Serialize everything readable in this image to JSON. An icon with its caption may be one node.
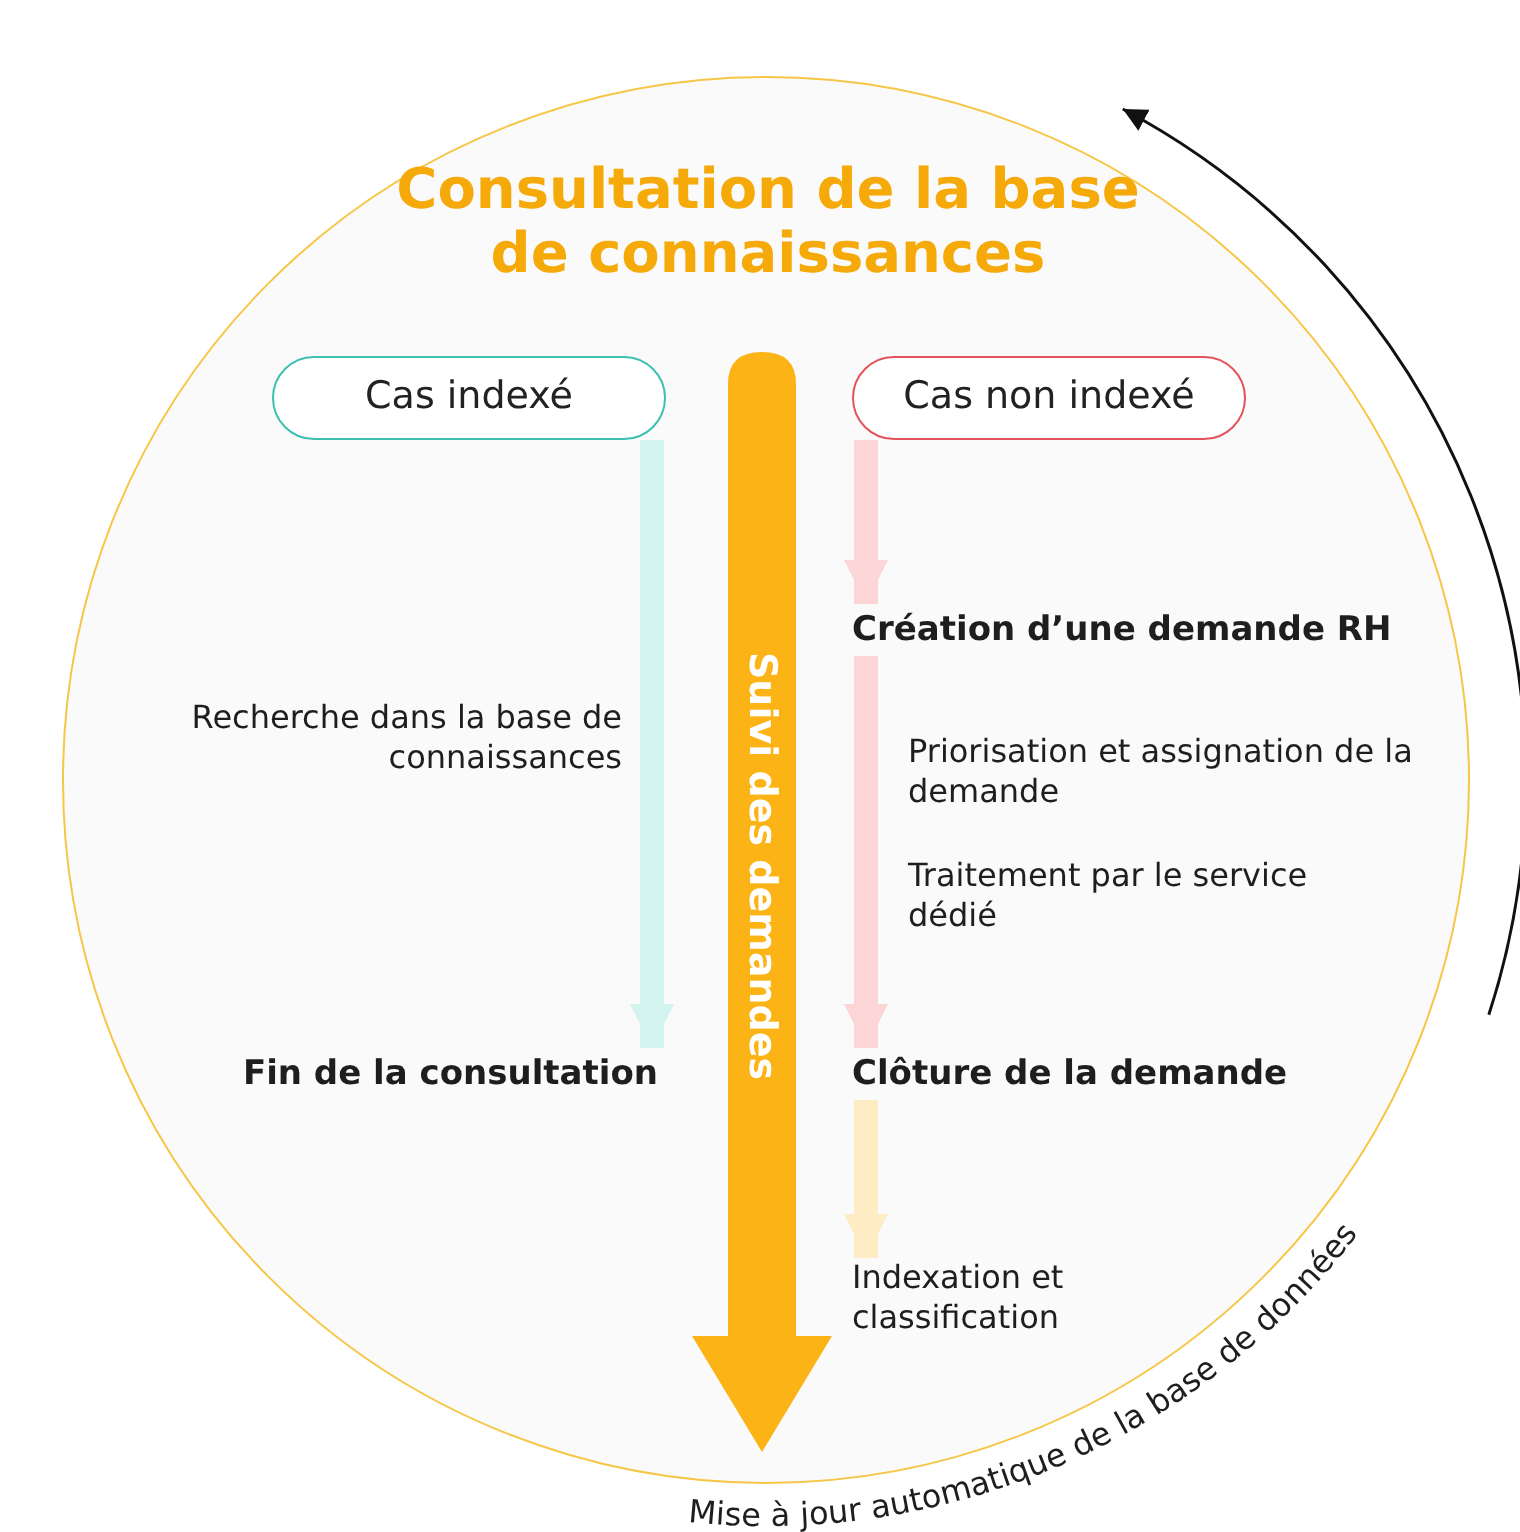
{
  "diagram": {
    "nodes": [
      {
        "text": [
          "Consultation de la base de connaissances"
        ]
      },
      {
        "text": [
          "Cas indexé"
        ],
        "in": 0
      },
      {
        "text": [
          "Cas non indexé"
        ],
        "in": 0
      },
      {
        "text": [
          "Suivi des demandes"
        ],
        "in": 0
      },
      {
        "text": [
          "Fin de la consultation"
        ],
        "in": 0
      },
      {
        "text": [
          "Création d’une demande RH"
        ],
        "in": 0
      },
      {
        "text": [
          "Clôture de la demande"
        ],
        "in": 0
      },
      {
        "text": [
          "Indexation et classification"
        ],
        "in": 0
      }
    ],
    "edges": [
      {
        "from": 1,
        "to": 4,
        "arrow": "to",
        "label": "Recherche dans la base de connaissances",
        "color": "#d3f3ee"
      },
      {
        "from": 2,
        "to": 5,
        "arrow": "to"
      },
      {
        "from": 5,
        "to": 6,
        "arrow": "to"
      },
      {
        "from": 6,
        "to": 7,
        "arrow": "to",
        "color": "#fdecc4"
      }
    ],
    "labels": [
      "Priorisation et assignation de la demande",
      "Traitement par le service dédié",
      "Mise à jour automatique de la base de données"
    ]
  }
}
